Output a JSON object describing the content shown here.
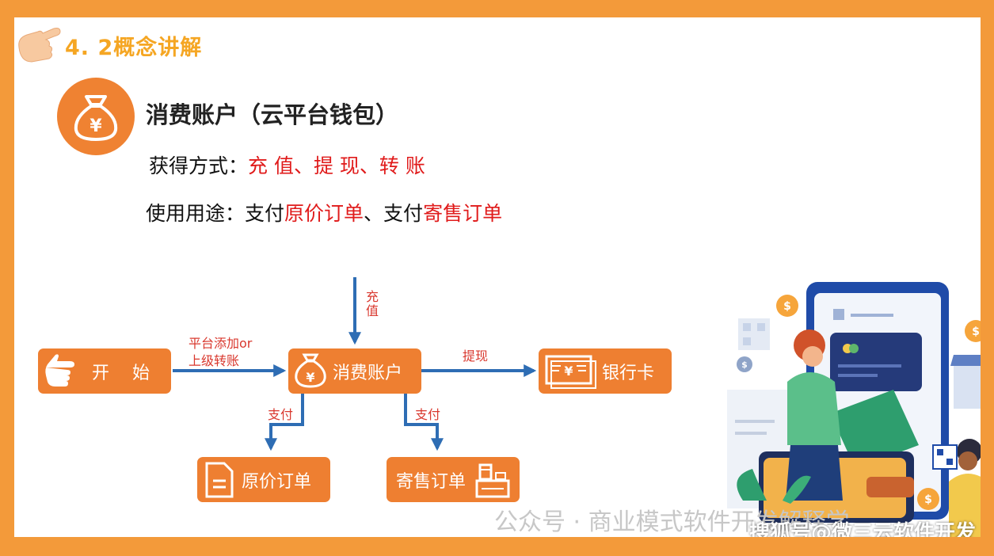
{
  "section_title": "4. 2概念讲解",
  "main_title": "消费账户（云平台钱包）",
  "acquire": {
    "label": "获得方式：",
    "value": "充 值、提 现、转 账"
  },
  "usage": {
    "label": "使用用途：",
    "part1": "支付",
    "part2": "原价订单",
    "part3": "、支付",
    "part4": "寄售订单"
  },
  "diagram": {
    "nodes": {
      "start": "开　 始",
      "account": "消费账户",
      "bank": "银行卡",
      "original_order": "原价订单",
      "consign_order": "寄售订单"
    },
    "edges": {
      "recharge": "充\n值",
      "platform_add_1": "平台添加or",
      "platform_add_2": "上级转账",
      "withdraw": "提现",
      "pay_left": "支付",
      "pay_right": "支付"
    }
  },
  "watermarks": {
    "wechat": "公众号 · 商业模式软件开发解释学",
    "sohu": "搜狐号@微三云软件开发"
  },
  "colors": {
    "frame": "#F39A3A",
    "node": "#EE7F31",
    "arrow": "#2E6DB4",
    "highlight": "#E01B1B",
    "title": "#F5A623"
  }
}
